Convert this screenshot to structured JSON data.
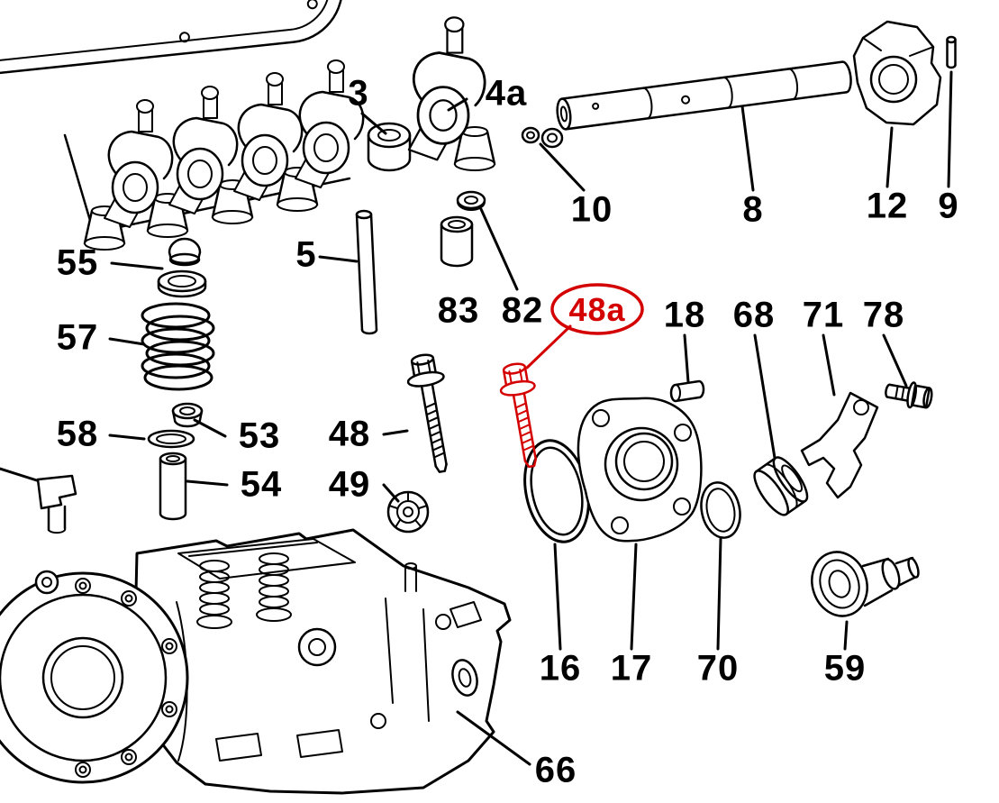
{
  "figure": {
    "type": "exploded-parts-diagram",
    "background_color": "#ffffff",
    "line_color": "#000000",
    "highlight_color": "#d40000",
    "highlighted_part": "48a",
    "labels": [
      {
        "part": "3",
        "highlighted": false
      },
      {
        "part": "4a",
        "highlighted": false
      },
      {
        "part": "10",
        "highlighted": false
      },
      {
        "part": "8",
        "highlighted": false
      },
      {
        "part": "12",
        "highlighted": false
      },
      {
        "part": "9",
        "highlighted": false
      },
      {
        "part": "55",
        "highlighted": false
      },
      {
        "part": "5",
        "highlighted": false
      },
      {
        "part": "83",
        "highlighted": false
      },
      {
        "part": "82",
        "highlighted": false
      },
      {
        "part": "48a",
        "highlighted": true
      },
      {
        "part": "18",
        "highlighted": false
      },
      {
        "part": "68",
        "highlighted": false
      },
      {
        "part": "71",
        "highlighted": false
      },
      {
        "part": "78",
        "highlighted": false
      },
      {
        "part": "57",
        "highlighted": false
      },
      {
        "part": "58",
        "highlighted": false
      },
      {
        "part": "53",
        "highlighted": false
      },
      {
        "part": "48",
        "highlighted": false
      },
      {
        "part": "54",
        "highlighted": false
      },
      {
        "part": "49",
        "highlighted": false
      },
      {
        "part": "16",
        "highlighted": false
      },
      {
        "part": "17",
        "highlighted": false
      },
      {
        "part": "70",
        "highlighted": false
      },
      {
        "part": "59",
        "highlighted": false
      },
      {
        "part": "66",
        "highlighted": false
      }
    ]
  }
}
